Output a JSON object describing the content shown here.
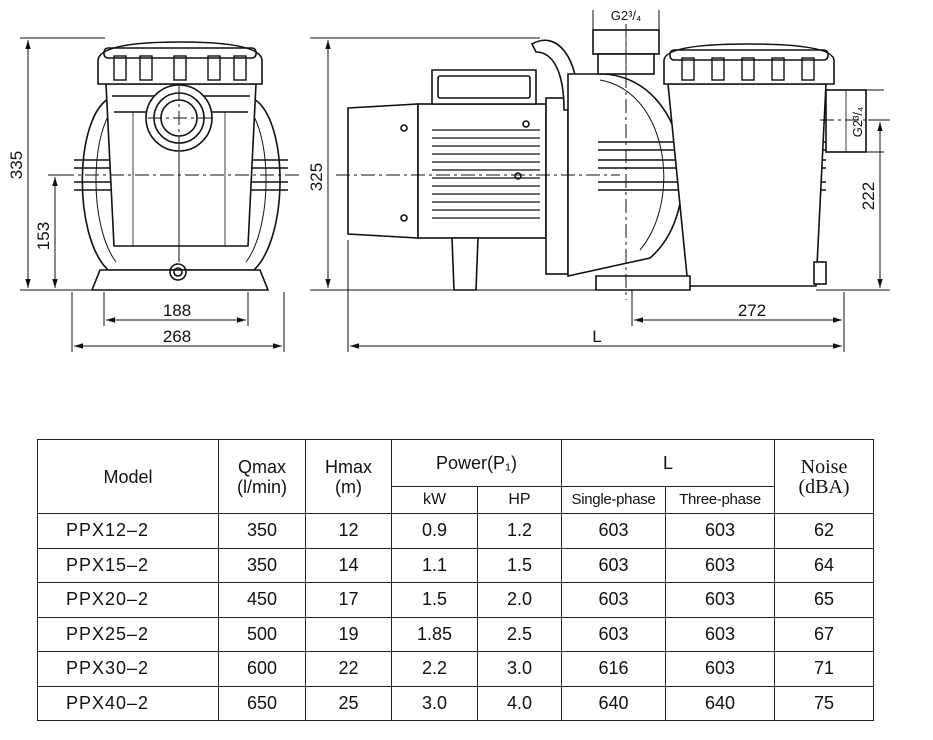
{
  "drawing": {
    "dims": {
      "front_height": "335",
      "front_axis": "153",
      "front_base": "188",
      "front_width": "268",
      "side_height": "325",
      "side_axis": "222",
      "side_offset": "272",
      "side_length": "L",
      "outlet_thread": "G2³/₄",
      "inlet_thread": "G2³/₄"
    }
  },
  "table": {
    "headers": {
      "model": "Model",
      "qmax": "Qmax",
      "qmax_unit": "(l/min)",
      "hmax": "Hmax",
      "hmax_unit": "(m)",
      "power": "Power(P₁)",
      "kw": "kW",
      "hp": "HP",
      "length": "L",
      "single_phase": "Single-phase",
      "three_phase": "Three-phase",
      "noise": "Noise",
      "noise_unit": "(dBA)"
    },
    "rows": [
      {
        "model": "PPX12–2",
        "qmax": "350",
        "hmax": "12",
        "kw": "0.9",
        "hp": "1.2",
        "single": "603",
        "three": "603",
        "noise": "62"
      },
      {
        "model": "PPX15–2",
        "qmax": "350",
        "hmax": "14",
        "kw": "1.1",
        "hp": "1.5",
        "single": "603",
        "three": "603",
        "noise": "64"
      },
      {
        "model": "PPX20–2",
        "qmax": "450",
        "hmax": "17",
        "kw": "1.5",
        "hp": "2.0",
        "single": "603",
        "three": "603",
        "noise": "65"
      },
      {
        "model": "PPX25–2",
        "qmax": "500",
        "hmax": "19",
        "kw": "1.85",
        "hp": "2.5",
        "single": "603",
        "three": "603",
        "noise": "67"
      },
      {
        "model": "PPX30–2",
        "qmax": "600",
        "hmax": "22",
        "kw": "2.2",
        "hp": "3.0",
        "single": "616",
        "three": "603",
        "noise": "71"
      },
      {
        "model": "PPX40–2",
        "qmax": "650",
        "hmax": "25",
        "kw": "3.0",
        "hp": "4.0",
        "single": "640",
        "three": "640",
        "noise": "75"
      }
    ]
  }
}
